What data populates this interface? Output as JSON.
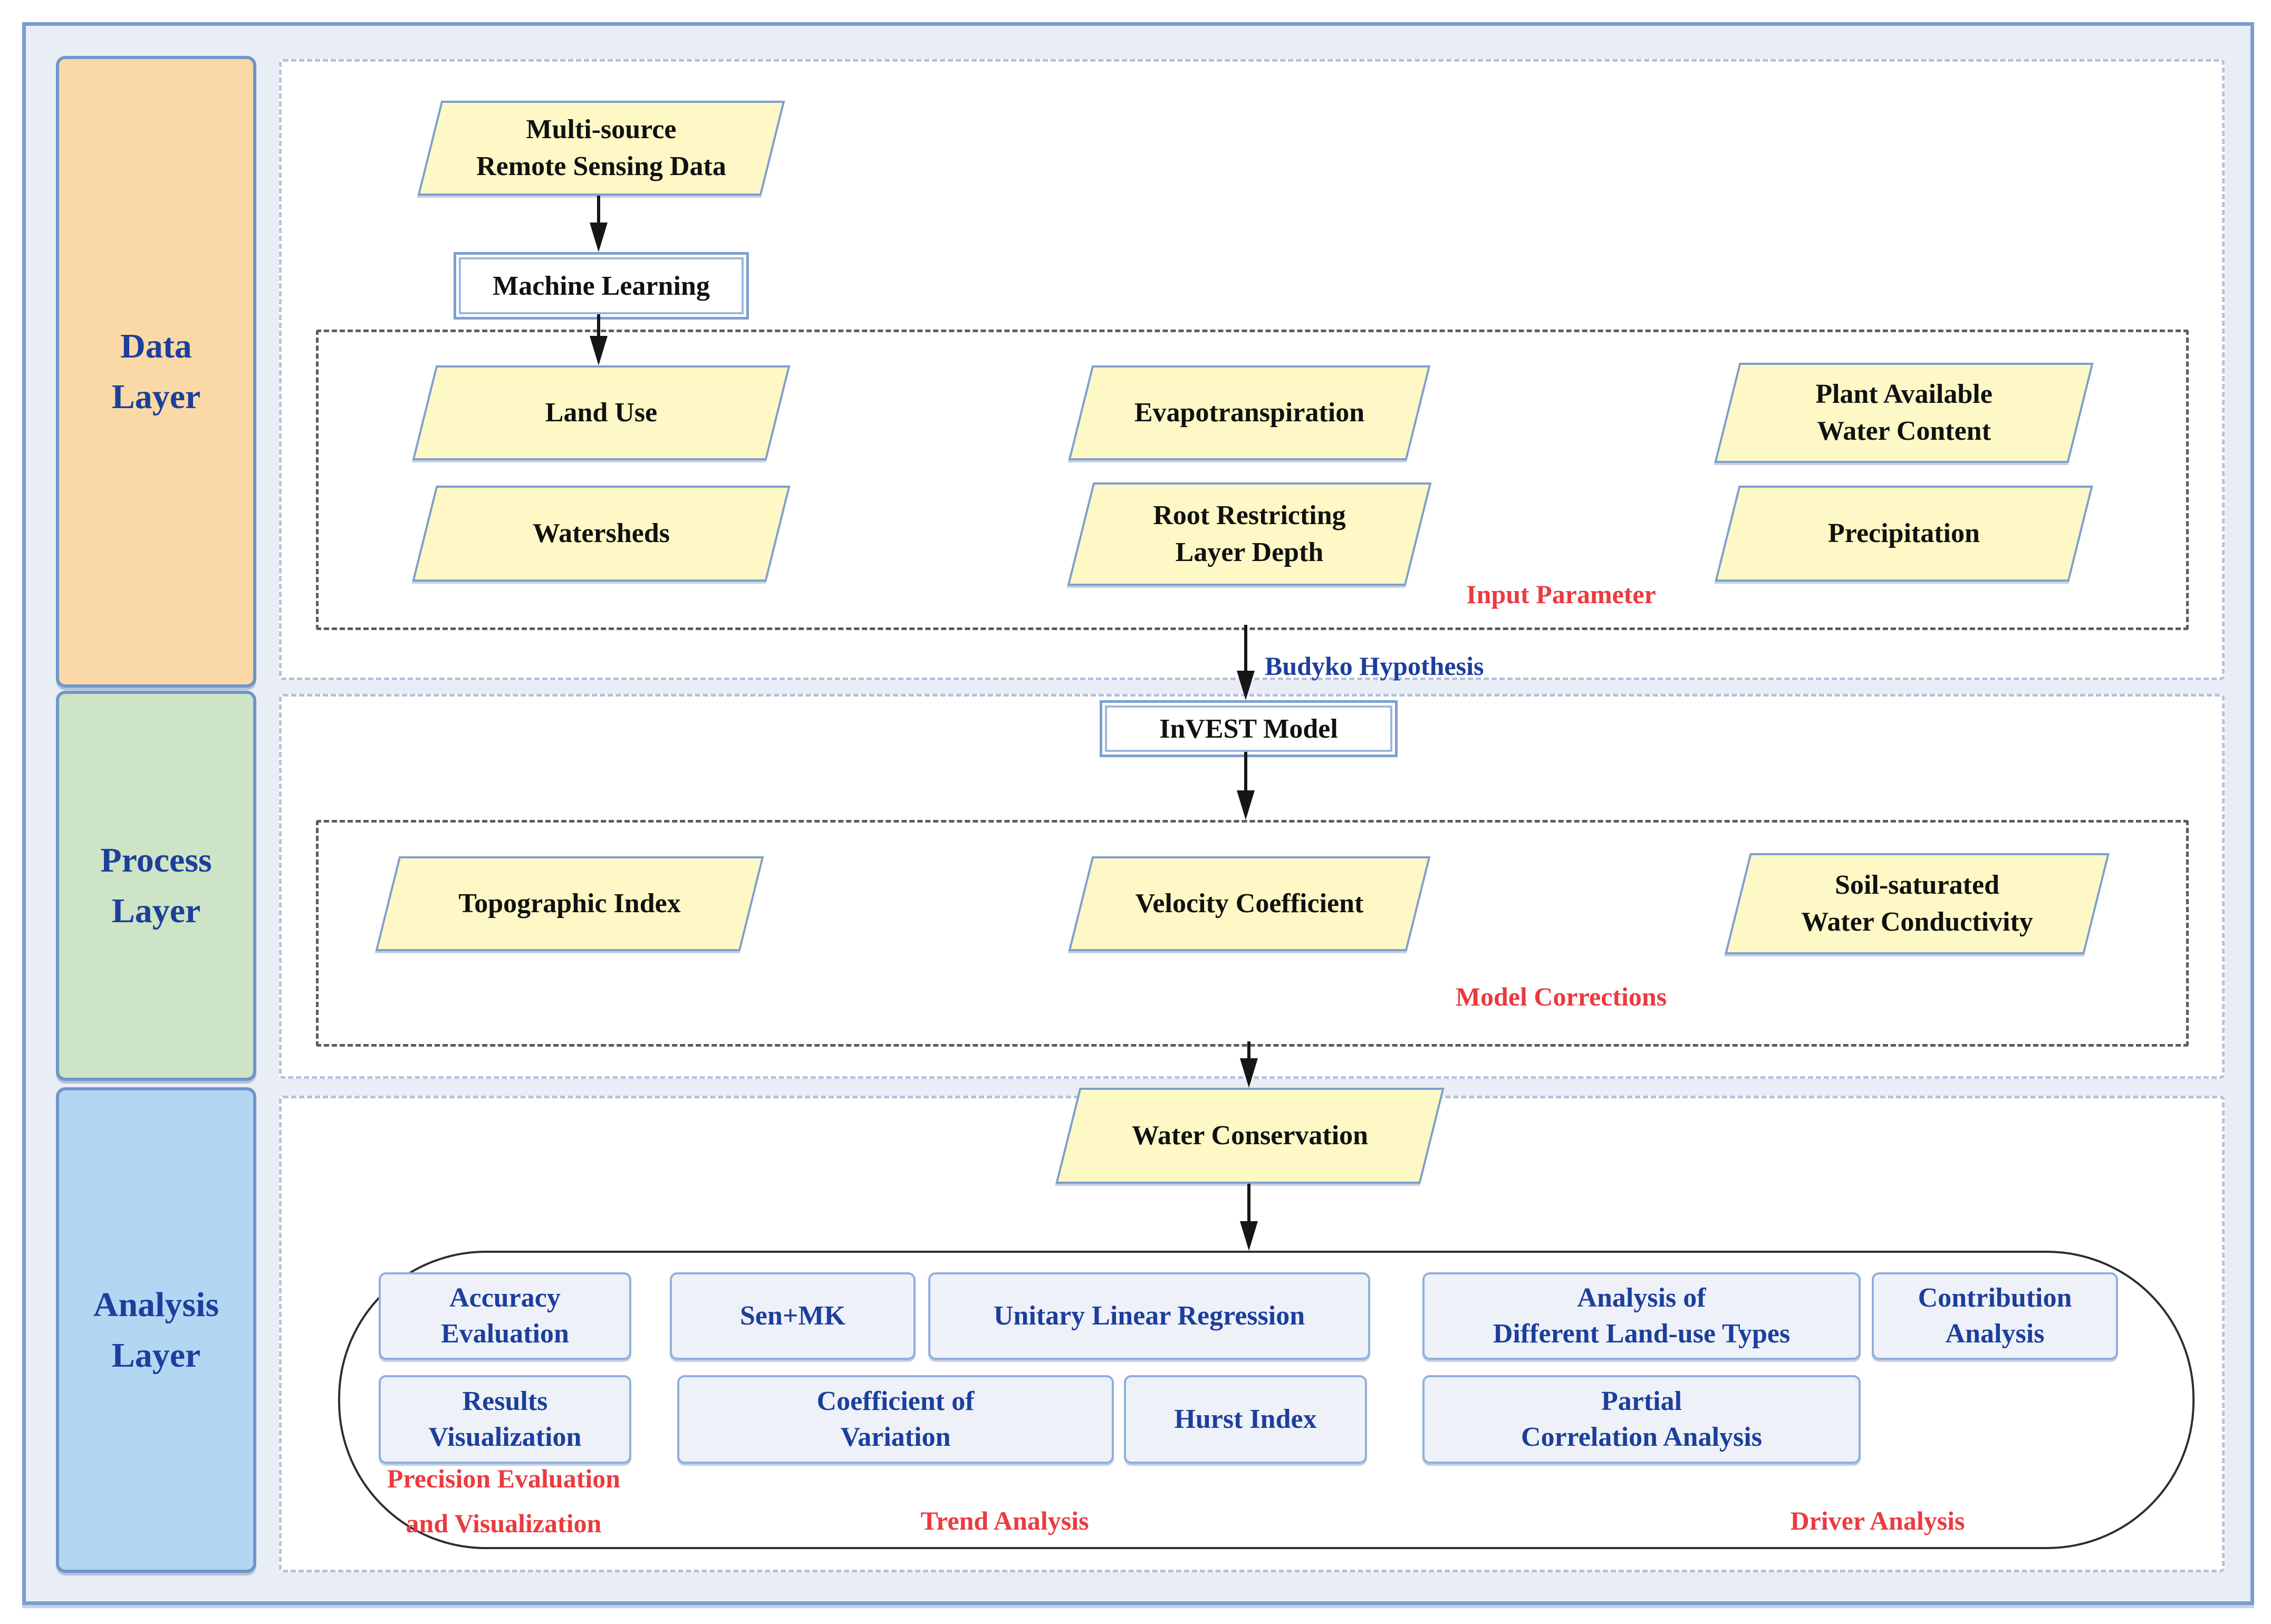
{
  "layers": {
    "data": [
      "Data",
      "Layer"
    ],
    "process": [
      "Process",
      "Layer"
    ],
    "analysis": [
      "Analysis",
      "Layer"
    ]
  },
  "nodes": {
    "multi_source": [
      "Multi-source",
      "Remote Sensing Data"
    ],
    "machine_learning": "Machine Learning",
    "land_use": "Land Use",
    "evapotranspiration": "Evapotranspiration",
    "plant_available": [
      "Plant Available",
      "Water Content"
    ],
    "watersheds": "Watersheds",
    "root_restricting": [
      "Root Restricting",
      "Layer Depth"
    ],
    "precipitation": "Precipitation",
    "invest_model": "InVEST Model",
    "topographic_index": "Topographic Index",
    "velocity_coefficient": "Velocity Coefficient",
    "soil_saturated": [
      "Soil-saturated",
      "Water Conductivity"
    ],
    "water_conservation": "Water Conservation",
    "accuracy_evaluation": [
      "Accuracy",
      "Evaluation"
    ],
    "sen_mk": "Sen+MK",
    "unitary_linear_regression": "Unitary Linear Regression",
    "analysis_landuse_types": [
      "Analysis of",
      "Different Land-use Types"
    ],
    "contribution_analysis": [
      "Contribution",
      "Analysis"
    ],
    "results_visualization": [
      "Results",
      "Visualization"
    ],
    "coefficient_of_variation": [
      "Coefficient of",
      "Variation"
    ],
    "hurst_index": "Hurst Index",
    "partial_correlation": [
      "Partial",
      "Correlation Analysis"
    ]
  },
  "annotations": {
    "input_parameter": "Input Parameter",
    "budyko_hypothesis": "Budyko Hypothesis",
    "model_corrections": "Model Corrections",
    "precision_evaluation": [
      "Precision Evaluation",
      "and Visualization"
    ],
    "trend_analysis": "Trend Analysis",
    "driver_analysis": "Driver Analysis"
  },
  "colors": {
    "frame_border": "#7c9bd1",
    "frame_bg": "#e9eef6",
    "data_fill": "#fbd9a6",
    "process_fill": "#cde4c6",
    "analysis_fill": "#b3d7f3",
    "pg_fill": "#fdf8c5",
    "pg_border": "#7e9fcd",
    "abox_fill": "#eef1f8",
    "abox_border": "#8fb0da",
    "text_blue": "#1c3f9c",
    "text_red": "#ea3b40",
    "arrow": "#161616"
  }
}
